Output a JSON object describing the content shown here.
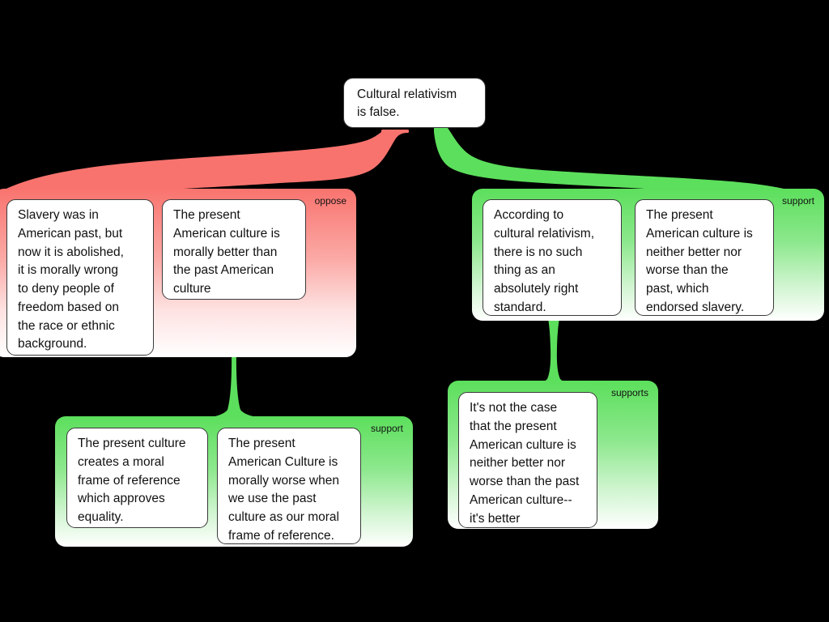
{
  "diagram": {
    "title_node": {
      "text": "Cultural relativism\nis false."
    },
    "groups": [
      {
        "id": "oppose-group",
        "label": "oppose",
        "relation": "oppose",
        "color": "#f9736e",
        "cards": [
          {
            "id": "slavery-abolished",
            "text": "Slavery was in\nAmerican past, but\nnow it is abolished,\nit is morally wrong\nto deny people of\nfreedom based on\nthe race or ethnic\nbackground."
          },
          {
            "id": "present-better-than-past",
            "text": "The present\nAmerican culture is\nmorally better than\nthe past American\nculture"
          }
        ]
      },
      {
        "id": "support-group-right",
        "label": "support",
        "relation": "support",
        "color": "#5cdf5c",
        "cards": [
          {
            "id": "no-absolute-standard",
            "text": "According to\ncultural relativism,\nthere is no such\nthing as an\nabsolutely right\nstandard."
          },
          {
            "id": "neither-better-nor-worse",
            "text": "The present\nAmerican culture is\nneither better nor\nworse than the\npast, which\nendorsed slavery."
          }
        ]
      },
      {
        "id": "support-group-bottom-left",
        "label": "support",
        "relation": "support",
        "color": "#5cdf5c",
        "cards": [
          {
            "id": "moral-frame-equality",
            "text": "The present culture\ncreates a moral\nframe of reference\nwhich approves\nequality."
          },
          {
            "id": "morally-worse-past-frame",
            "text": "The present\nAmerican Culture is\nmorally worse when\nwe use the past\nculture as our moral\nframe of reference."
          }
        ]
      },
      {
        "id": "supports-group-bottom-right",
        "label": "supports",
        "relation": "supports",
        "color": "#5cdf5c",
        "cards": [
          {
            "id": "its-better",
            "text": "It's not the case\nthat the present\nAmerican culture is\nneither better nor\nworse than the past\nAmerican culture--\nit's better"
          }
        ]
      }
    ],
    "connectors": [
      {
        "id": "root-to-oppose",
        "from": "title_node",
        "to": "oppose-group",
        "relation": "oppose",
        "color": "#f9736e"
      },
      {
        "id": "root-to-support-right",
        "from": "title_node",
        "to": "support-group-right",
        "relation": "support",
        "color": "#5cdf5c"
      },
      {
        "id": "present-better-to-support-bottom-left",
        "from": "present-better-than-past",
        "to": "support-group-bottom-left",
        "relation": "support",
        "color": "#5cdf5c"
      },
      {
        "id": "no-absolute-standard-to-supports-bottom-right",
        "from": "no-absolute-standard",
        "to": "supports-group-bottom-right",
        "relation": "supports",
        "color": "#5cdf5c"
      }
    ],
    "background_color": "#000000"
  }
}
